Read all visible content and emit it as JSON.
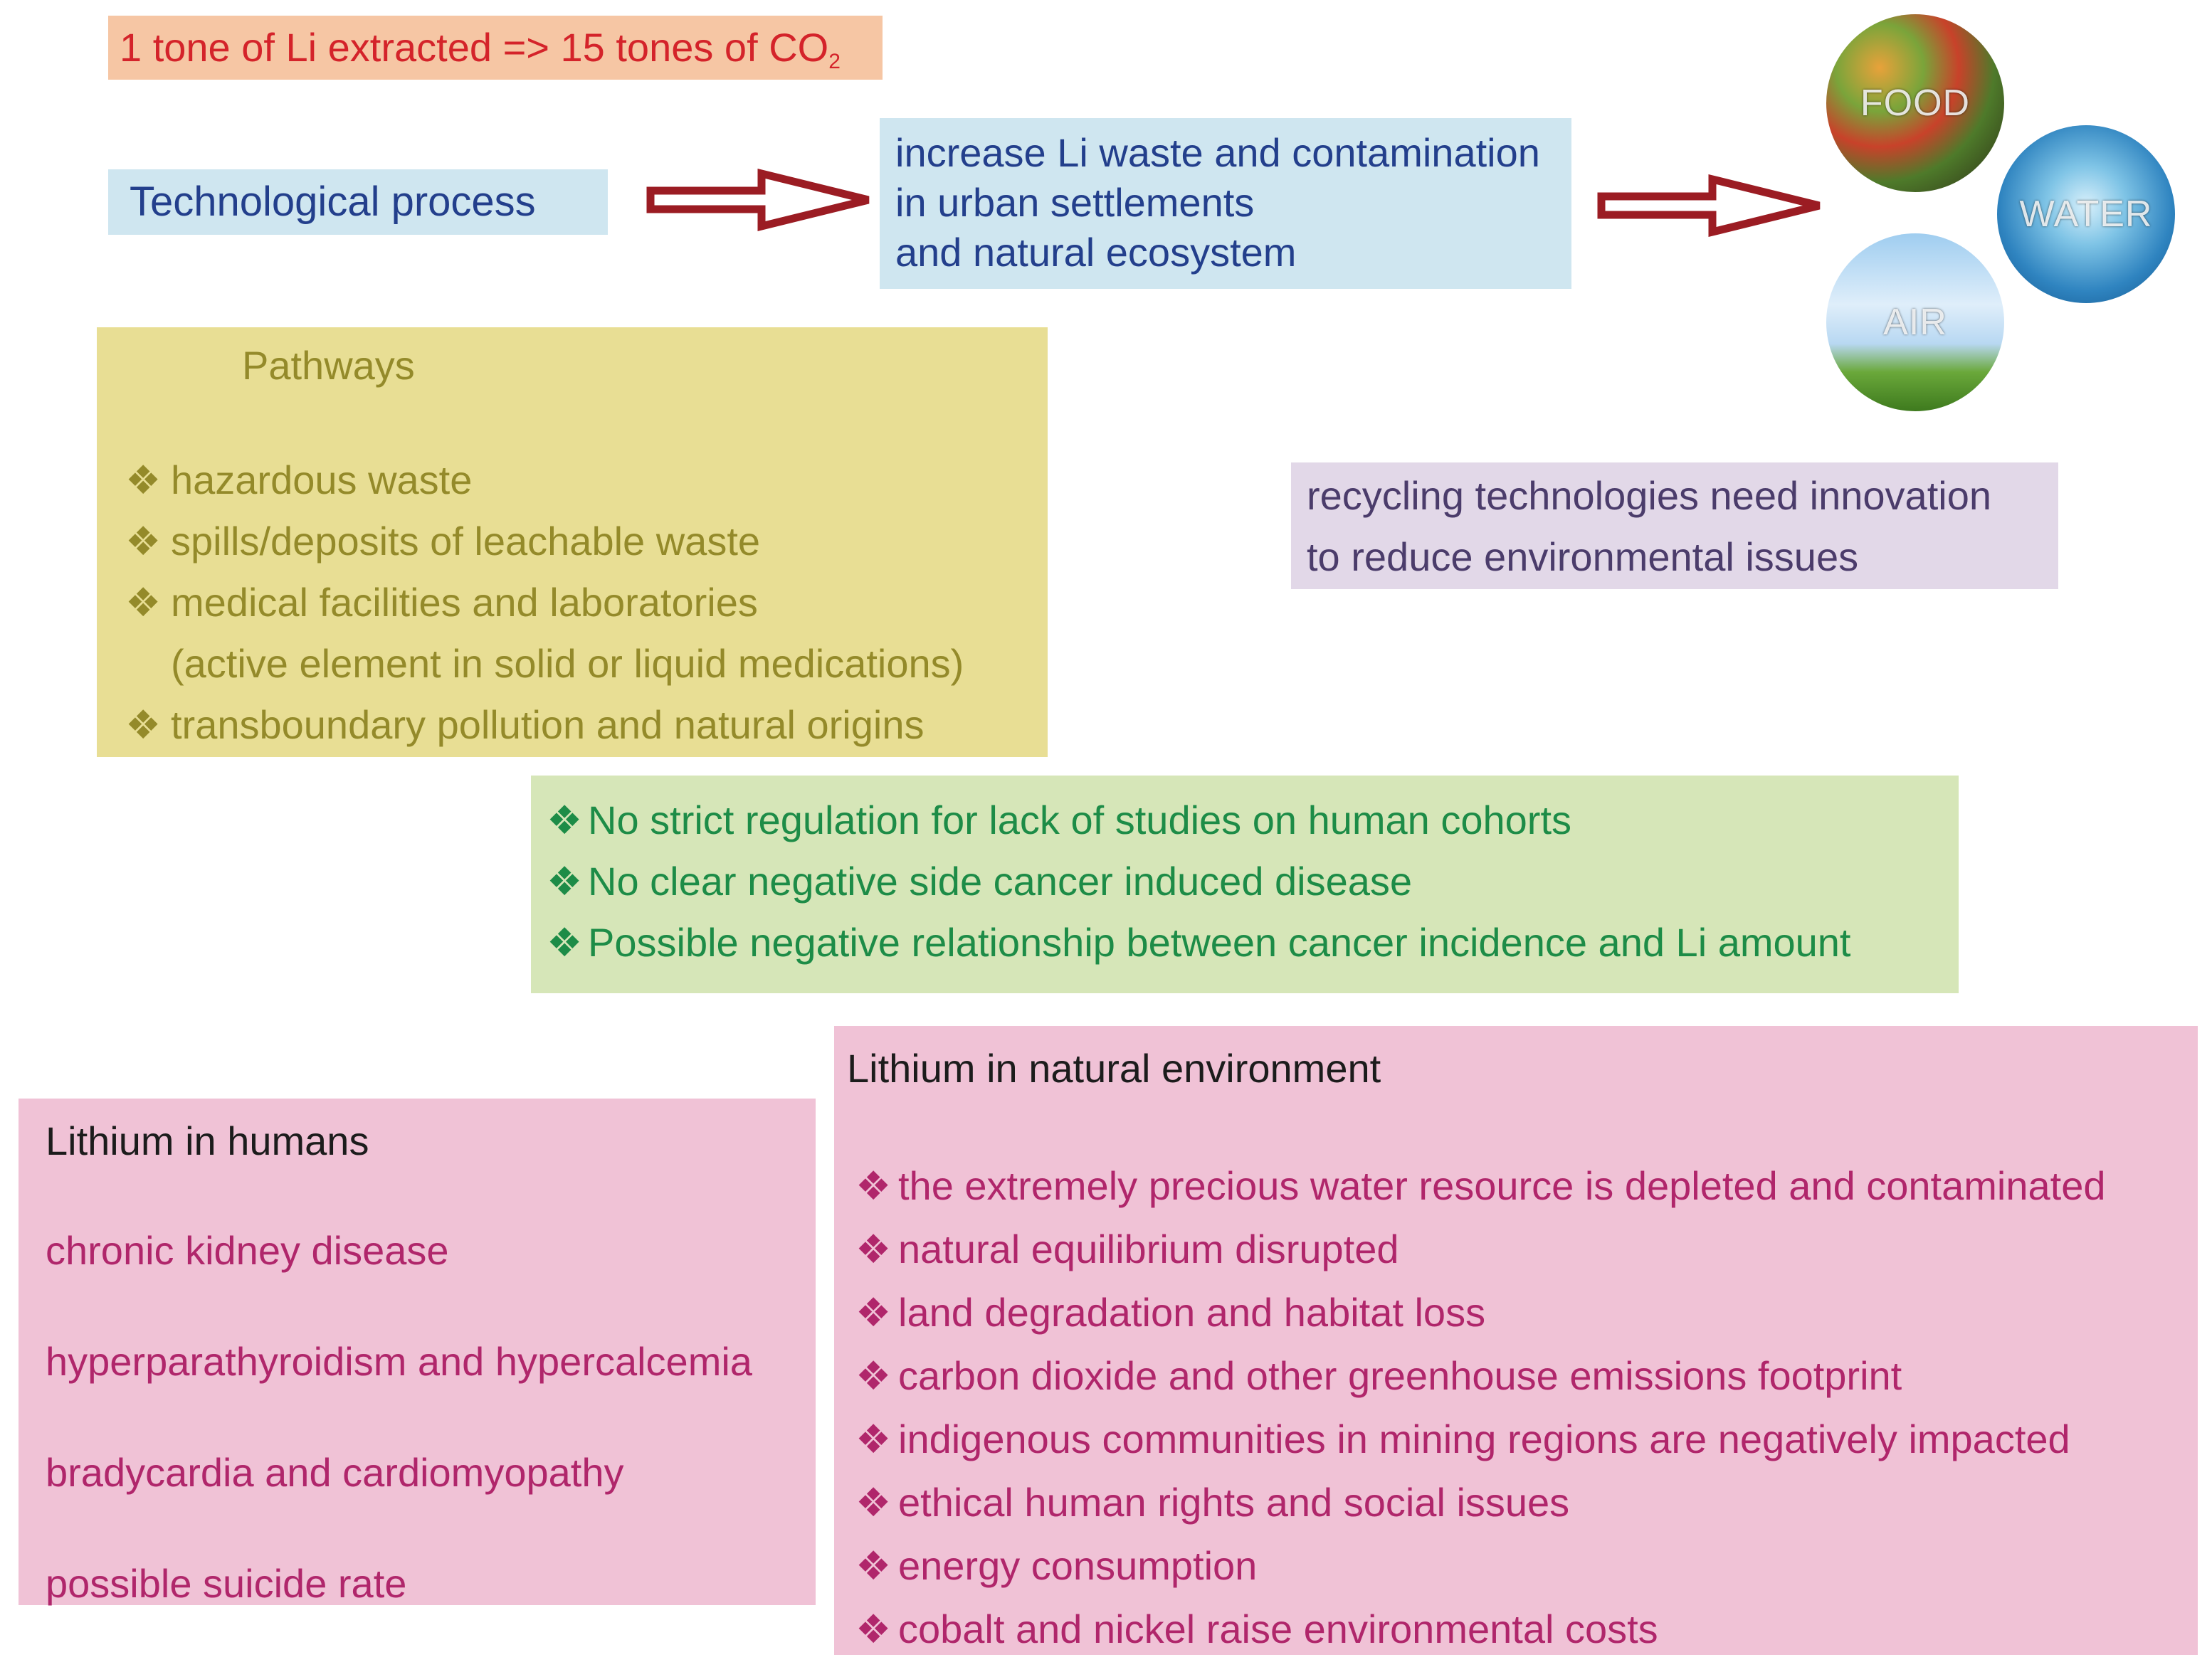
{
  "co2_banner": {
    "text": "1 tone of Li extracted => 15 tones of CO",
    "subscript": "2"
  },
  "process": {
    "label": "Technological process"
  },
  "waste": {
    "lines": [
      "increase Li waste and contamination",
      "in urban settlements",
      "and natural ecosystem"
    ]
  },
  "resources": {
    "food": "FOOD",
    "water": "WATER",
    "air": "AIR"
  },
  "pathways": {
    "title": "Pathways",
    "bullet": "❖",
    "items": [
      "hazardous waste",
      "spills/deposits of leachable waste",
      "medical facilities and laboratories",
      "(active element in solid or liquid medications)",
      "transboundary pollution and natural origins"
    ]
  },
  "recycling": {
    "lines": [
      "recycling technologies need innovation",
      "to reduce environmental issues"
    ]
  },
  "regulation": {
    "items": [
      "No strict regulation for lack of studies on human cohorts",
      "No clear negative side cancer induced disease",
      "Possible negative relationship between cancer incidence and Li amount"
    ]
  },
  "humans": {
    "title": "Lithium in humans",
    "items": [
      "chronic kidney disease",
      "hyperparathyroidism and hypercalcemia",
      "bradycardia and cardiomyopathy",
      "possible suicide rate"
    ]
  },
  "environment": {
    "title": "Lithium in natural environment",
    "items": [
      "the extremely precious water resource is depleted and contaminated",
      "natural equilibrium disrupted",
      "land degradation and habitat loss",
      "carbon dioxide and other greenhouse emissions footprint",
      "indigenous communities in mining regions are negatively impacted",
      "ethical human rights and social issues",
      "energy consumption",
      "cobalt and nickel raise environmental costs"
    ]
  },
  "colors": {
    "arrow": "#9b1c23",
    "co2_bg": "#f6c6a4",
    "co2_text": "#d4232a",
    "blue_bg": "#cfe6f0",
    "blue_text": "#233f8c",
    "yellow_bg": "#e8de94",
    "yellow_text": "#948a2a",
    "lavender_bg": "#e2d8e8",
    "lavender_text": "#4b3c6b",
    "green_bg": "#d6e6b8",
    "green_text": "#1d8c47",
    "pink_bg": "#f0c2d6",
    "pink_text": "#b0266b"
  }
}
